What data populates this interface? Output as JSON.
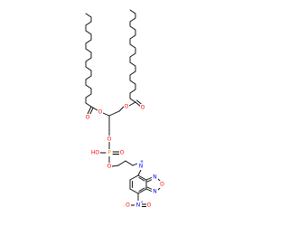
{
  "structure": {
    "atoms": {
      "ester_o_left": "O",
      "carbonyl_o_left": "O",
      "ester_o_right": "O",
      "carbonyl_o_right": "O",
      "glycerol_o_phosphate": "O",
      "phosphate_p": "P",
      "phosphate_oh": "HO",
      "phosphate_o_double": "O",
      "phosphate_o_ethyl": "O",
      "amine_n": "N",
      "amine_h": "H",
      "nitro_n": "N",
      "nitro_charge": "+",
      "nitro_o_minus": "O",
      "nitro_o_minus_charge": "-",
      "nitro_o_double": "O",
      "oxadiazole_n1": "N",
      "oxadiazole_o": "O",
      "oxadiazole_n2": "N"
    },
    "colors": {
      "bond": "#000000",
      "oxygen": "#ff0000",
      "nitrogen": "#0000ff",
      "phosphorus": "#ff8000"
    }
  }
}
